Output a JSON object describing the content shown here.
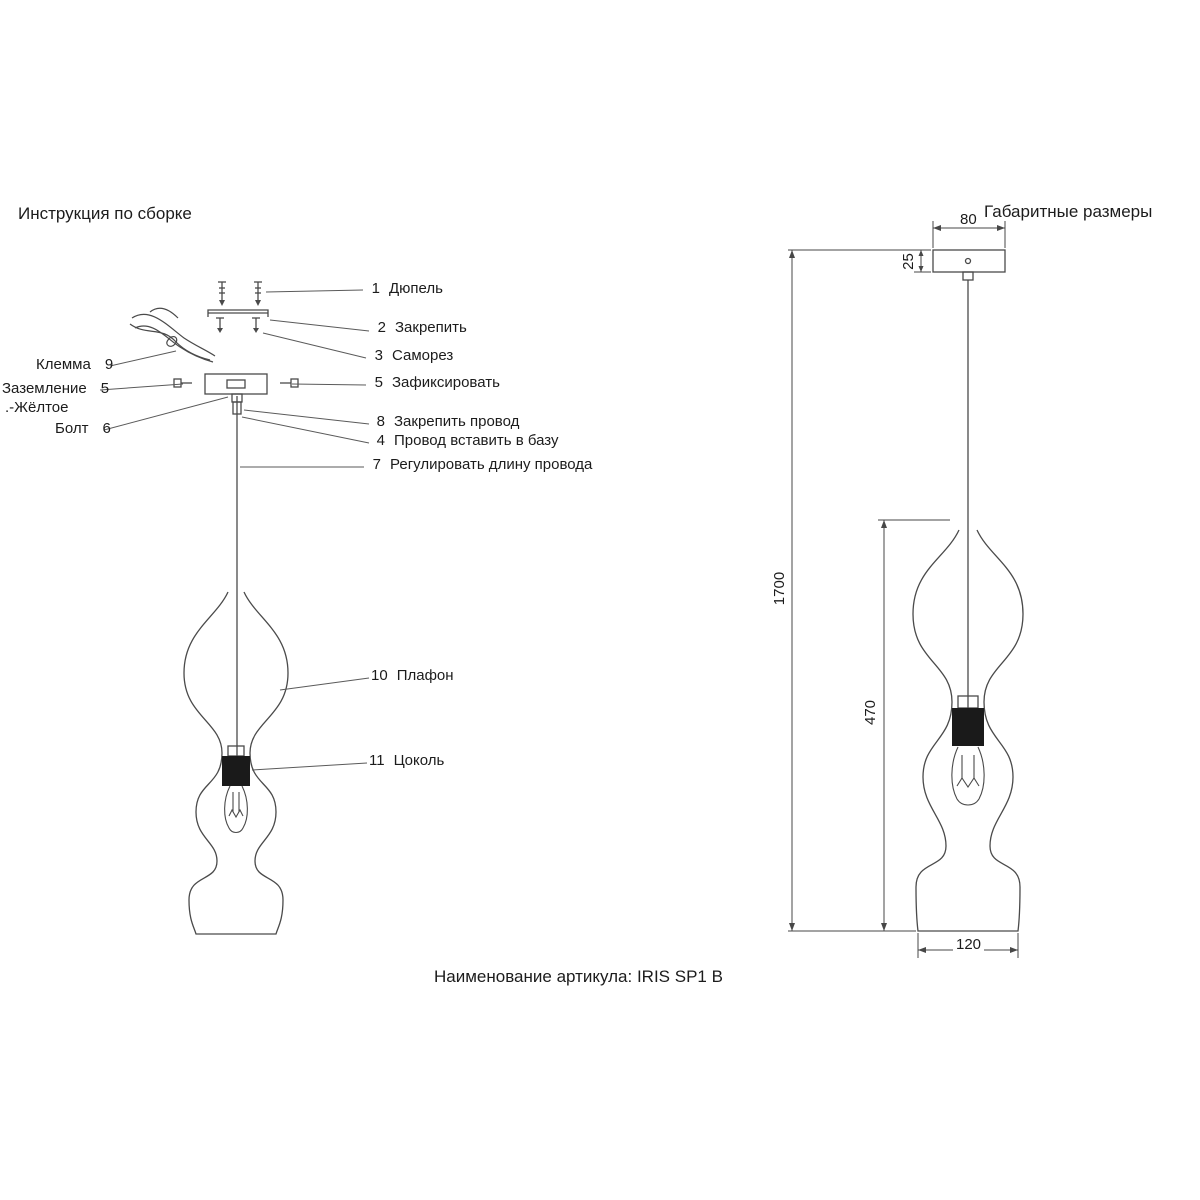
{
  "titles": {
    "left": "Инструкция по сборке",
    "right": "Габаритные размеры",
    "caption": "Наименование артикула: IRIS SP1 B"
  },
  "callouts_right": [
    {
      "num": "1",
      "text": "Дюпель"
    },
    {
      "num": "2",
      "text": "Закрепить"
    },
    {
      "num": "3",
      "text": "Саморез"
    },
    {
      "num": "5",
      "text": "Зафиксировать"
    },
    {
      "num": "8",
      "text": "Закрепить провод"
    },
    {
      "num": "4",
      "text": "Провод вставить в базу"
    },
    {
      "num": "7",
      "text": "Регулировать длину провода"
    },
    {
      "num": "10",
      "text": "Плафон"
    },
    {
      "num": "11",
      "text": "Цоколь"
    }
  ],
  "callouts_left": [
    {
      "text": "Клемма",
      "num": "9"
    },
    {
      "text": "Заземление",
      "num": "5"
    },
    {
      "text": ".-Жёлтое",
      "num": ""
    },
    {
      "text": "Болт",
      "num": "6"
    }
  ],
  "dimensions": {
    "canopy_width": "80",
    "canopy_height": "25",
    "overall_height": "1700",
    "shade_height": "470",
    "shade_width": "120"
  },
  "colors": {
    "line": "#4a4a4a",
    "text": "#1c1c1c"
  }
}
